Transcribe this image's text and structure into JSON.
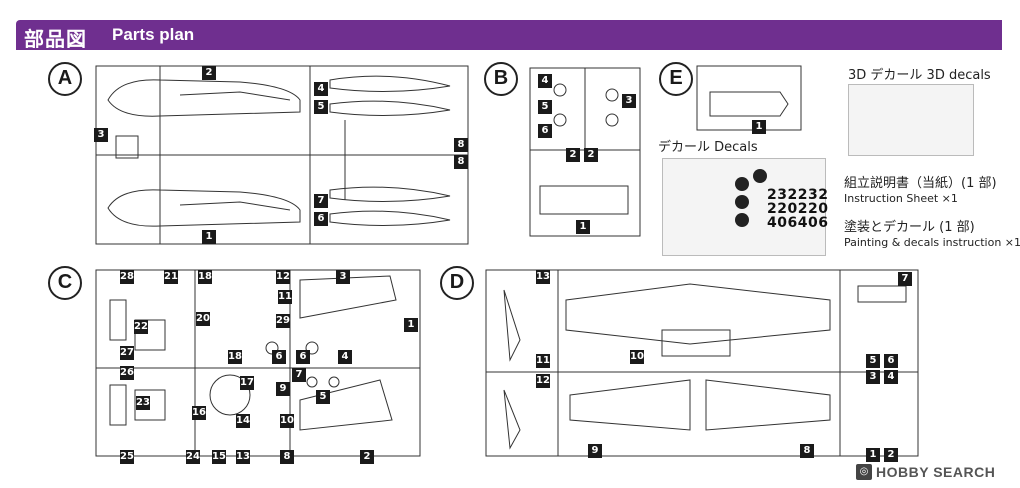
{
  "header": {
    "title_jp": "部品図",
    "title_en": "Parts plan",
    "color": "#6f2f8f"
  },
  "sections": {
    "A": "A",
    "B": "B",
    "C": "C",
    "D": "D",
    "E": "E"
  },
  "decal3d": {
    "label": "3D デカール 3D decals"
  },
  "decals": {
    "label": "デカール Decals",
    "line1": "232232",
    "line2": "220220",
    "line3": "406406"
  },
  "instructions": {
    "sheet_jp": "組立説明書（当紙）(1 部)",
    "sheet_en": "Instruction Sheet ×1",
    "paint_jp": "塗装とデカール (1 部)",
    "paint_en": "Painting & decals instruction ×1"
  },
  "watermark": {
    "text": "HOBBY SEARCH",
    "mark": "◎"
  },
  "part_numbers": {
    "A": [
      "2",
      "3",
      "1",
      "4",
      "5",
      "8",
      "8",
      "7",
      "6"
    ],
    "B": [
      "4",
      "5",
      "6",
      "3",
      "2",
      "2",
      "1"
    ],
    "C": [
      "28",
      "21",
      "18",
      "12",
      "3",
      "11",
      "22",
      "20",
      "29",
      "27",
      "18",
      "6",
      "6",
      "4",
      "26",
      "17",
      "7",
      "1",
      "23",
      "9",
      "5",
      "16",
      "14",
      "10",
      "25",
      "24",
      "15",
      "13",
      "8",
      "2"
    ],
    "D": [
      "13",
      "7",
      "10",
      "11",
      "12",
      "5",
      "6",
      "3",
      "4",
      "9",
      "8",
      "1",
      "2"
    ],
    "E": [
      "1"
    ]
  }
}
